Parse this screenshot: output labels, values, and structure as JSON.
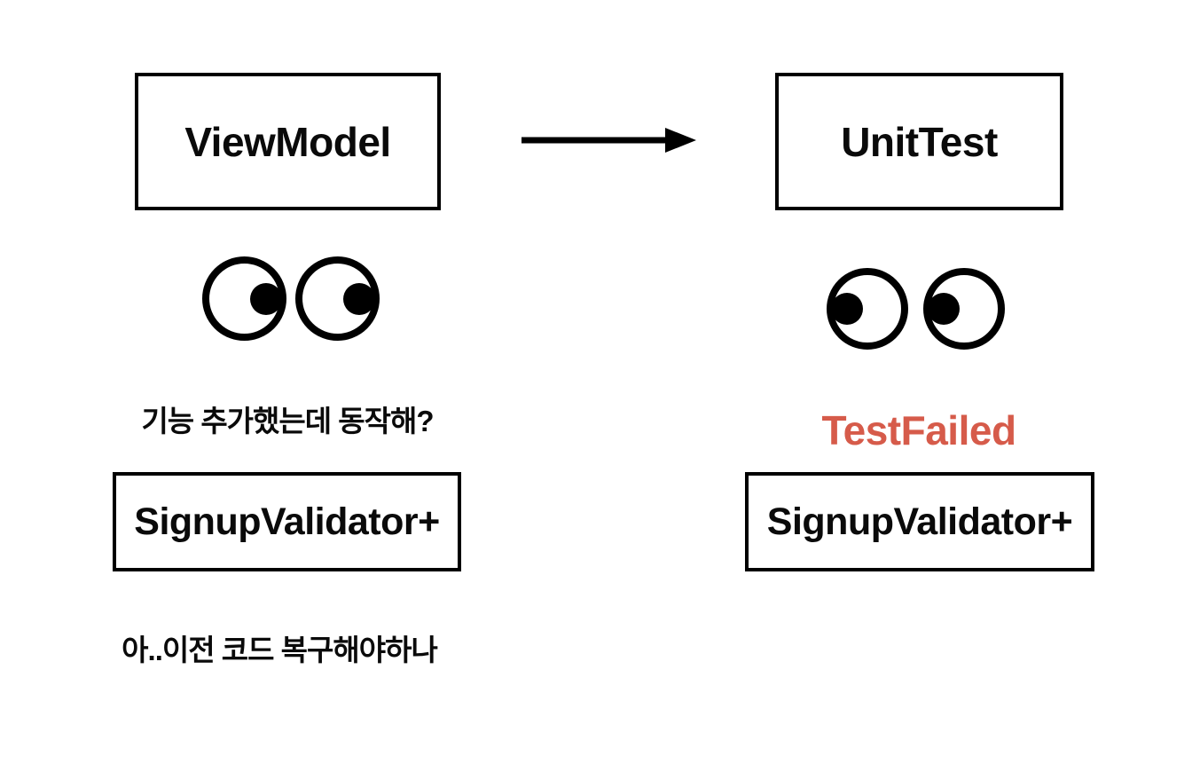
{
  "colors": {
    "background": "#ffffff",
    "stroke": "#000000",
    "status_red": "#d65b4a"
  },
  "left_flow": {
    "source_box_label": "ViewModel",
    "eyes_icon": "eyes-looking-right",
    "question": "기능 추가했는데 동작해?",
    "code_box_label": "SignupValidator+",
    "thought": "아..이전 코드 복구해야하나"
  },
  "right_flow": {
    "target_box_label": "UnitTest",
    "eyes_icon": "eyes-looking-left",
    "status_label": "TestFailed",
    "code_box_label": "SignupValidator+"
  },
  "arrow": {
    "direction": "right"
  }
}
